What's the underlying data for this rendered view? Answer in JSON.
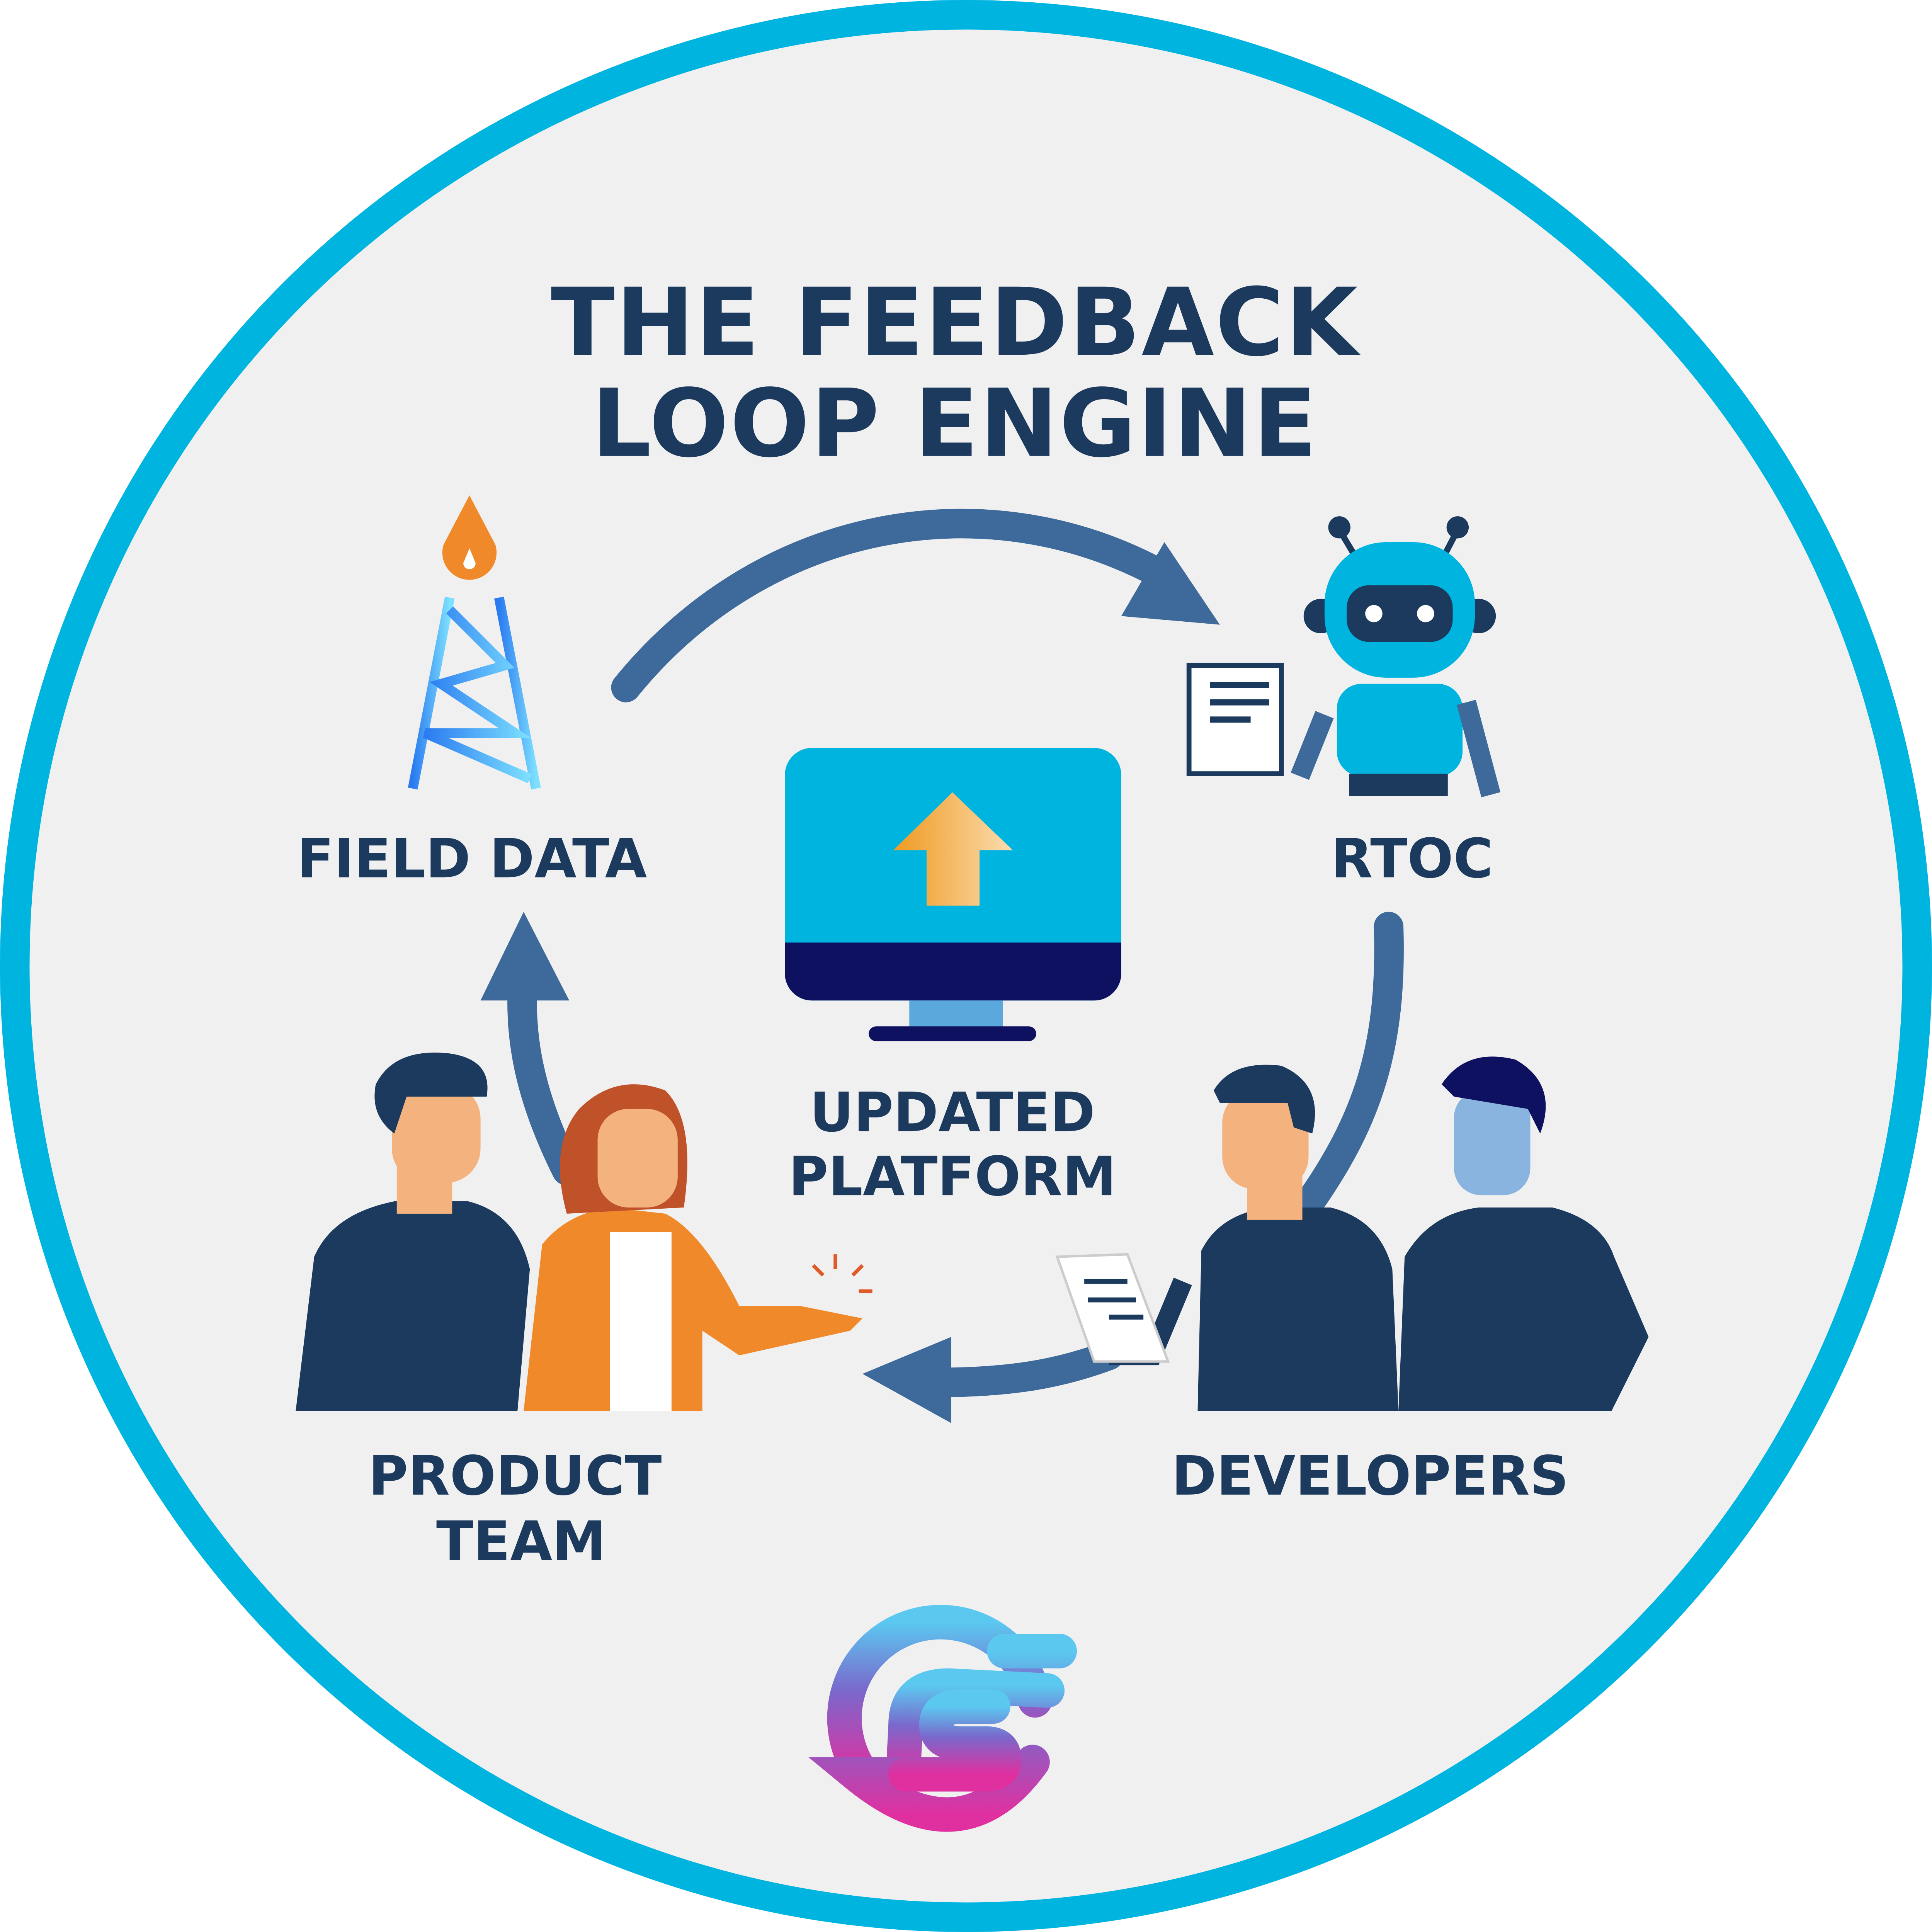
{
  "title": {
    "line1": "THE FEEDBACK",
    "line2": "LOOP ENGINE"
  },
  "nodes": {
    "field_data": "FIELD DATA",
    "rtoc": "RTOC",
    "platform": {
      "line1": "UPDATED",
      "line2": "PLATFORM"
    },
    "product_team": {
      "line1": "PRODUCT",
      "line2": "TEAM"
    },
    "developers": "DEVELOPERS"
  },
  "colors": {
    "ring": "#00b4e0",
    "background": "#f1f0f0",
    "text": "#1b3a5e",
    "arrow": "#3d6a9a",
    "robot": "#00b4e0",
    "orange": "#f0892a"
  }
}
